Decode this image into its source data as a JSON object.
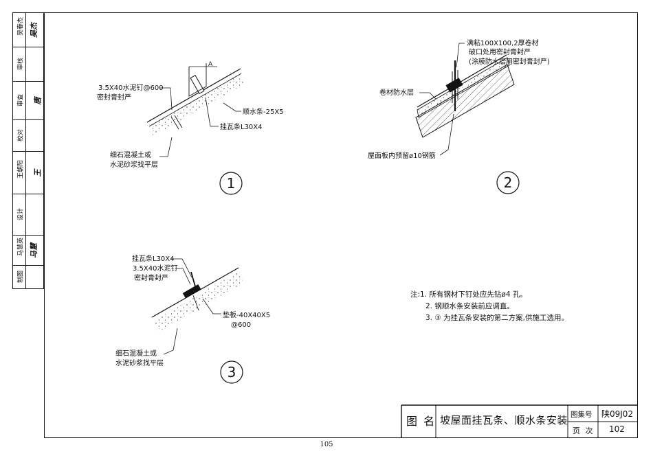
{
  "approval_strip": [
    {
      "role": "吴春杰",
      "sig": "吴杰"
    },
    {
      "role": "审核",
      "sig": ""
    },
    {
      "role": "审查",
      "sig": "唐"
    },
    {
      "role": "校对",
      "sig": ""
    },
    {
      "role": "王朝阳",
      "sig": "王"
    },
    {
      "role": "设计",
      "sig": ""
    },
    {
      "role": "马慧英",
      "sig": "马慧"
    },
    {
      "role": "制图",
      "sig": ""
    }
  ],
  "detail1": {
    "number": "1",
    "label_nail": "3.5X40水泥钉@600",
    "label_seal": "密封膏封严",
    "label_counter_batten": "顺水条-25X5",
    "label_batten": "挂瓦条L30X4",
    "label_screed_1": "细石混凝土或",
    "label_screed_2": "水泥砂浆找平层"
  },
  "detail2": {
    "number": "2",
    "label_patch_1": "满粘100X100,2厚卷材",
    "label_patch_2": "破口处用密封膏封严",
    "label_patch_3": "(涂膜防水层用密封膏封严)",
    "label_membrane": "卷材防水层",
    "label_rebar": "屋面板内预留ø10钢筋"
  },
  "detail3": {
    "number": "3",
    "label_batten": "挂瓦条L30X4",
    "label_nail": "3.5X40水泥钉",
    "label_seal": "密封膏封严",
    "label_pad_1": "垫板-40X40X5",
    "label_pad_2": "@600",
    "label_screed_1": "细石混凝土或",
    "label_screed_2": "水泥砂浆找平层"
  },
  "notes": {
    "line1": "注:1. 所有钢材下钉处应先钻ø4 孔。",
    "line2": "2. 钢顺水条安装前应调直。",
    "line3": "3. ③ 为挂瓦条安装的第二方案,供施工选用。"
  },
  "title_block": {
    "name_label": "图 名",
    "title": "坡屋面挂瓦条、顺水条安装",
    "atlas_label": "图集号",
    "atlas_value": "陕09J02",
    "page_label": "页 次",
    "page_value": "102"
  },
  "page_number": "105"
}
